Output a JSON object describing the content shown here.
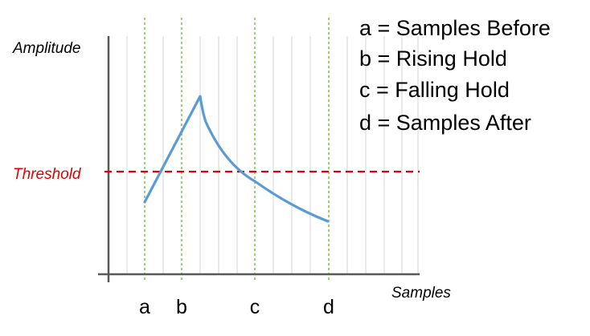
{
  "axes": {
    "y_title": "Amplitude",
    "x_title": "Samples"
  },
  "threshold": {
    "label": "Threshold",
    "color": "#e00000"
  },
  "markers": [
    {
      "letter": "a"
    },
    {
      "letter": "b"
    },
    {
      "letter": "c"
    },
    {
      "letter": "d"
    }
  ],
  "legend": [
    "a = Samples Before",
    "b = Rising Hold",
    "c = Falling Hold",
    "d = Samples After"
  ],
  "colors": {
    "signal": "#5b9bd5",
    "marker_lines": "#70ad47",
    "axis": "#595959",
    "grid": "#d9d9d9"
  }
}
